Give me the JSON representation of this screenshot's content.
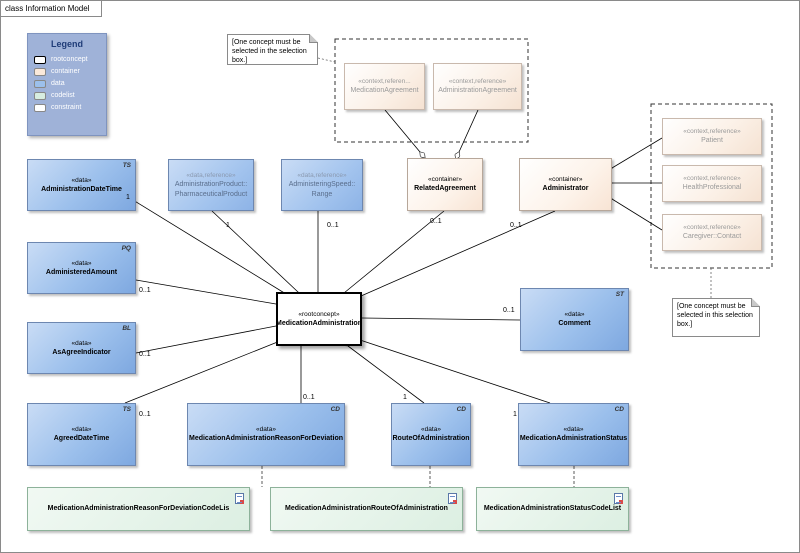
{
  "frame": {
    "title": "class Information Model"
  },
  "legend": {
    "title": "Legend",
    "items": [
      {
        "label": "rootconcept",
        "color": "#ffffff",
        "border": "#000000"
      },
      {
        "label": "container",
        "color": "#fbe9da",
        "border": "#b7a79a"
      },
      {
        "label": "data",
        "color": "#9cc0ec",
        "border": "#6d87b0"
      },
      {
        "label": "codelist",
        "color": "#d7ede0",
        "border": "#8db29a"
      },
      {
        "label": "constraint",
        "color": "#ffffff",
        "border": "#888888"
      }
    ]
  },
  "root": {
    "stereotype": "«rootconcept»",
    "name": "MedicationAdministration"
  },
  "classes": {
    "administration_date_time": {
      "stereotype": "«data»",
      "name": "AdministrationDateTime",
      "tag": "TS"
    },
    "administration_product": {
      "stereotype": "«data,reference»",
      "name": "AdministrationProduct::\nPharmaceuticalProduct"
    },
    "administering_speed": {
      "stereotype": "«data,reference»",
      "name": "AdministeringSpeed::\nRange"
    },
    "related_agreement": {
      "stereotype": "«container»",
      "name": "RelatedAgreement"
    },
    "administrator": {
      "stereotype": "«container»",
      "name": "Administrator"
    },
    "medication_agreement": {
      "stereotype": "«context,referen...",
      "name": "MedicationAgreement"
    },
    "administration_agreement": {
      "stereotype": "«context,reference»",
      "name": "AdministrationAgreement"
    },
    "patient": {
      "stereotype": "«context,reference»",
      "name": "Patient"
    },
    "health_professional": {
      "stereotype": "«context,reference»",
      "name": "HealthProfessional"
    },
    "caregiver": {
      "stereotype": "«context,reference»",
      "name": "Caregiver::Contact"
    },
    "administered_amount": {
      "stereotype": "«data»",
      "name": "AdministeredAmount",
      "tag": "PQ"
    },
    "as_agree_indicator": {
      "stereotype": "«data»",
      "name": "AsAgreeIndicator",
      "tag": "BL"
    },
    "agreed_date_time": {
      "stereotype": "«data»",
      "name": "AgreedDateTime",
      "tag": "TS"
    },
    "comment": {
      "stereotype": "«data»",
      "name": "Comment",
      "tag": "ST"
    },
    "reason_for_deviation": {
      "stereotype": "«data»",
      "name": "MedicationAdministrationReasonForDeviation",
      "tag": "CD"
    },
    "route_of_administration": {
      "stereotype": "«data»",
      "name": "RouteOfAdministration",
      "tag": "CD"
    },
    "administration_status": {
      "stereotype": "«data»",
      "name": "MedicationAdministrationStatus",
      "tag": "CD"
    }
  },
  "codelists": {
    "reason_codelist": {
      "name": "MedicationAdministrationReasonForDeviationCodeLis"
    },
    "route_codelist": {
      "name": "MedicationAdministrationRouteOfAdministration"
    },
    "status_codelist": {
      "name": "MedicationAdministrationStatusCodeList"
    }
  },
  "notes": {
    "agreement_note": "[One concept must be selected in the selection box.]",
    "administrator_note": "[One concept must be selected in this selection box.]"
  },
  "multiplicities": {
    "administration_date_time": "1",
    "administration_product": "1",
    "administering_speed": "0..1",
    "related_agreement": "0..1",
    "administrator": "0..1",
    "administered_amount": "0..1",
    "as_agree_indicator": "0..1",
    "agreed_date_time": "0..1",
    "comment": "0..1",
    "reason_for_deviation": "0..1",
    "route_of_administration": "1",
    "administration_status": "1"
  }
}
